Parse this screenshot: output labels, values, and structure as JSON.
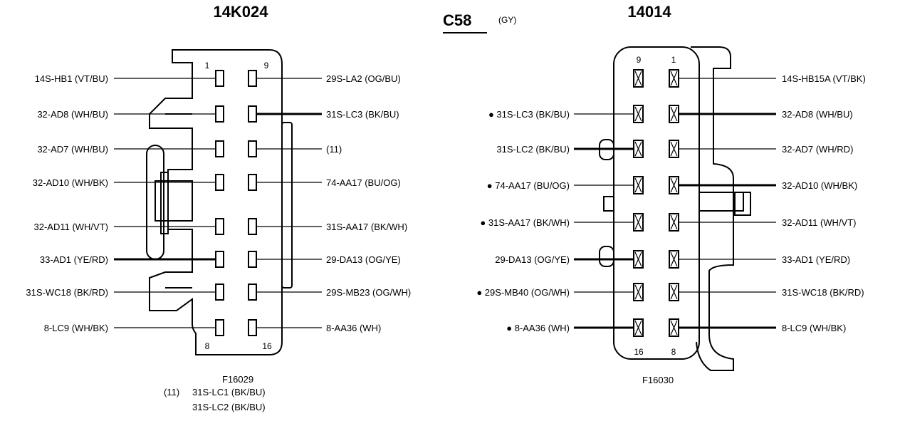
{
  "left_connector": {
    "part_number": "14K024",
    "pin_top_left": "1",
    "pin_top_right": "9",
    "pin_bottom_left": "8",
    "pin_bottom_right": "16",
    "left_wires": [
      "14S-HB1 (VT/BU)",
      "32-AD8 (WH/BU)",
      "32-AD7 (WH/BU)",
      "32-AD10 (WH/BK)",
      "32-AD11 (WH/VT)",
      "33-AD1 (YE/RD)",
      "31S-WC18 (BK/RD)",
      "8-LC9 (WH/BK)"
    ],
    "right_wires": [
      "29S-LA2 (OG/BU)",
      "31S-LC3 (BK/BU)",
      "(11)",
      "74-AA17 (BU/OG)",
      "31S-AA17 (BK/WH)",
      "29-DA13 (OG/YE)",
      "29S-MB23 (OG/WH)",
      "8-AA36 (WH)"
    ],
    "figure_id": "F16029",
    "footnote_marker": "(11)",
    "footnote_lines": [
      "31S-LC1 (BK/BU)",
      "31S-LC2 (BK/BU)"
    ]
  },
  "connector": {
    "id": "C58",
    "color_code": "(GY)"
  },
  "right_connector": {
    "part_number": "14014",
    "pin_top_left": "9",
    "pin_top_right": "1",
    "pin_bottom_left": "16",
    "pin_bottom_right": "8",
    "left_wires": [
      "● 31S-LC3 (BK/BU)",
      "31S-LC2 (BK/BU)",
      "● 74-AA17 (BU/OG)",
      "● 31S-AA17 (BK/WH)",
      "29-DA13 (OG/YE)",
      "● 29S-MB40 (OG/WH)",
      "● 8-AA36 (WH)"
    ],
    "right_wires": [
      "14S-HB15A (VT/BK)",
      "32-AD8 (WH/BU)",
      "32-AD7 (WH/RD)",
      "32-AD10 (WH/BK)",
      "32-AD11 (WH/VT)",
      "33-AD1 (YE/RD)",
      "31S-WC18 (BK/RD)",
      "8-LC9 (WH/BK)"
    ],
    "figure_id": "F16030"
  }
}
